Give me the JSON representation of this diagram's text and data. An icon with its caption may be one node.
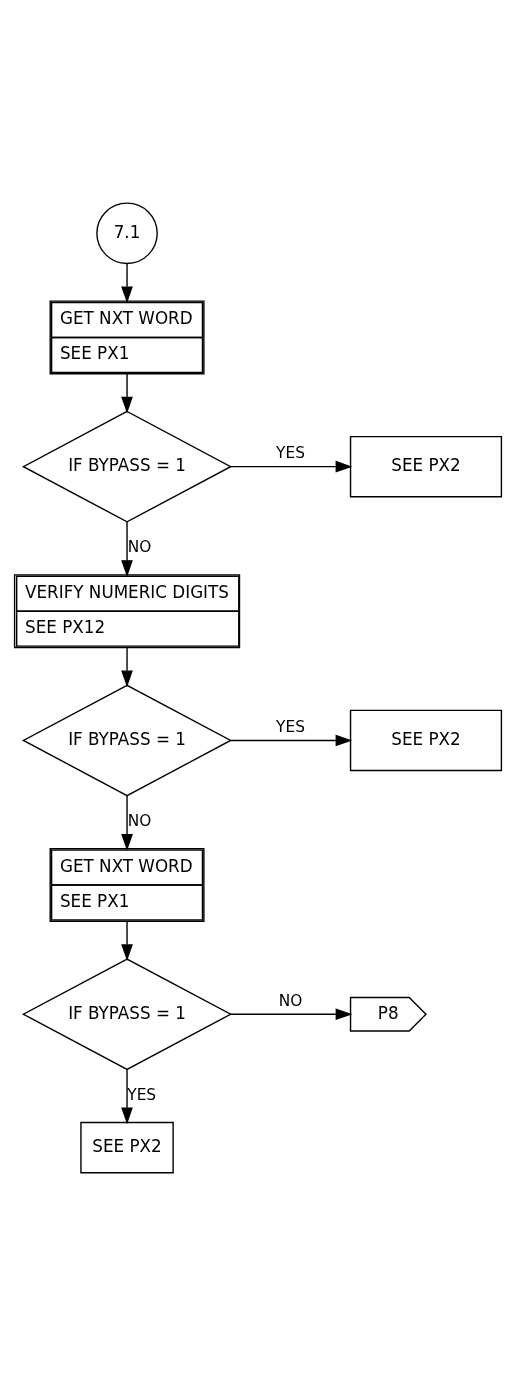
{
  "diagram": {
    "nodes": [
      {
        "text": [
          "7.1"
        ]
      },
      {
        "text": [
          "GET NXT WORD",
          "SEE PX1"
        ]
      },
      {
        "text": [
          "IF BYPASS = 1"
        ]
      },
      {
        "text": [
          "SEE PX2"
        ]
      },
      {
        "text": [
          "VERIFY NUMERIC DIGITS",
          "SEE PX12"
        ]
      },
      {
        "text": [
          "IF BYPASS = 1"
        ]
      },
      {
        "text": [
          "SEE PX2"
        ]
      },
      {
        "text": [
          "GET NXT WORD",
          "SEE PX1"
        ]
      },
      {
        "text": [
          "IF BYPASS = 1"
        ]
      },
      {
        "text": [
          "P8"
        ]
      },
      {
        "text": [
          "SEE PX2"
        ]
      }
    ],
    "edges": [
      {
        "from": 0,
        "to": 1,
        "arrow": "to"
      },
      {
        "from": 1,
        "to": 2,
        "arrow": "to"
      },
      {
        "from": 2,
        "to": 3,
        "arrow": "to",
        "label": "YES"
      },
      {
        "from": 2,
        "to": 4,
        "arrow": "to",
        "label": "NO"
      },
      {
        "from": 4,
        "to": 5,
        "arrow": "to"
      },
      {
        "from": 5,
        "to": 6,
        "arrow": "to",
        "label": "YES"
      },
      {
        "from": 5,
        "to": 7,
        "arrow": "to",
        "label": "NO"
      },
      {
        "from": 7,
        "to": 8,
        "arrow": "to"
      },
      {
        "from": 8,
        "to": 9,
        "arrow": "to",
        "label": "NO"
      },
      {
        "from": 8,
        "to": 10,
        "arrow": "to",
        "label": "YES"
      }
    ]
  }
}
